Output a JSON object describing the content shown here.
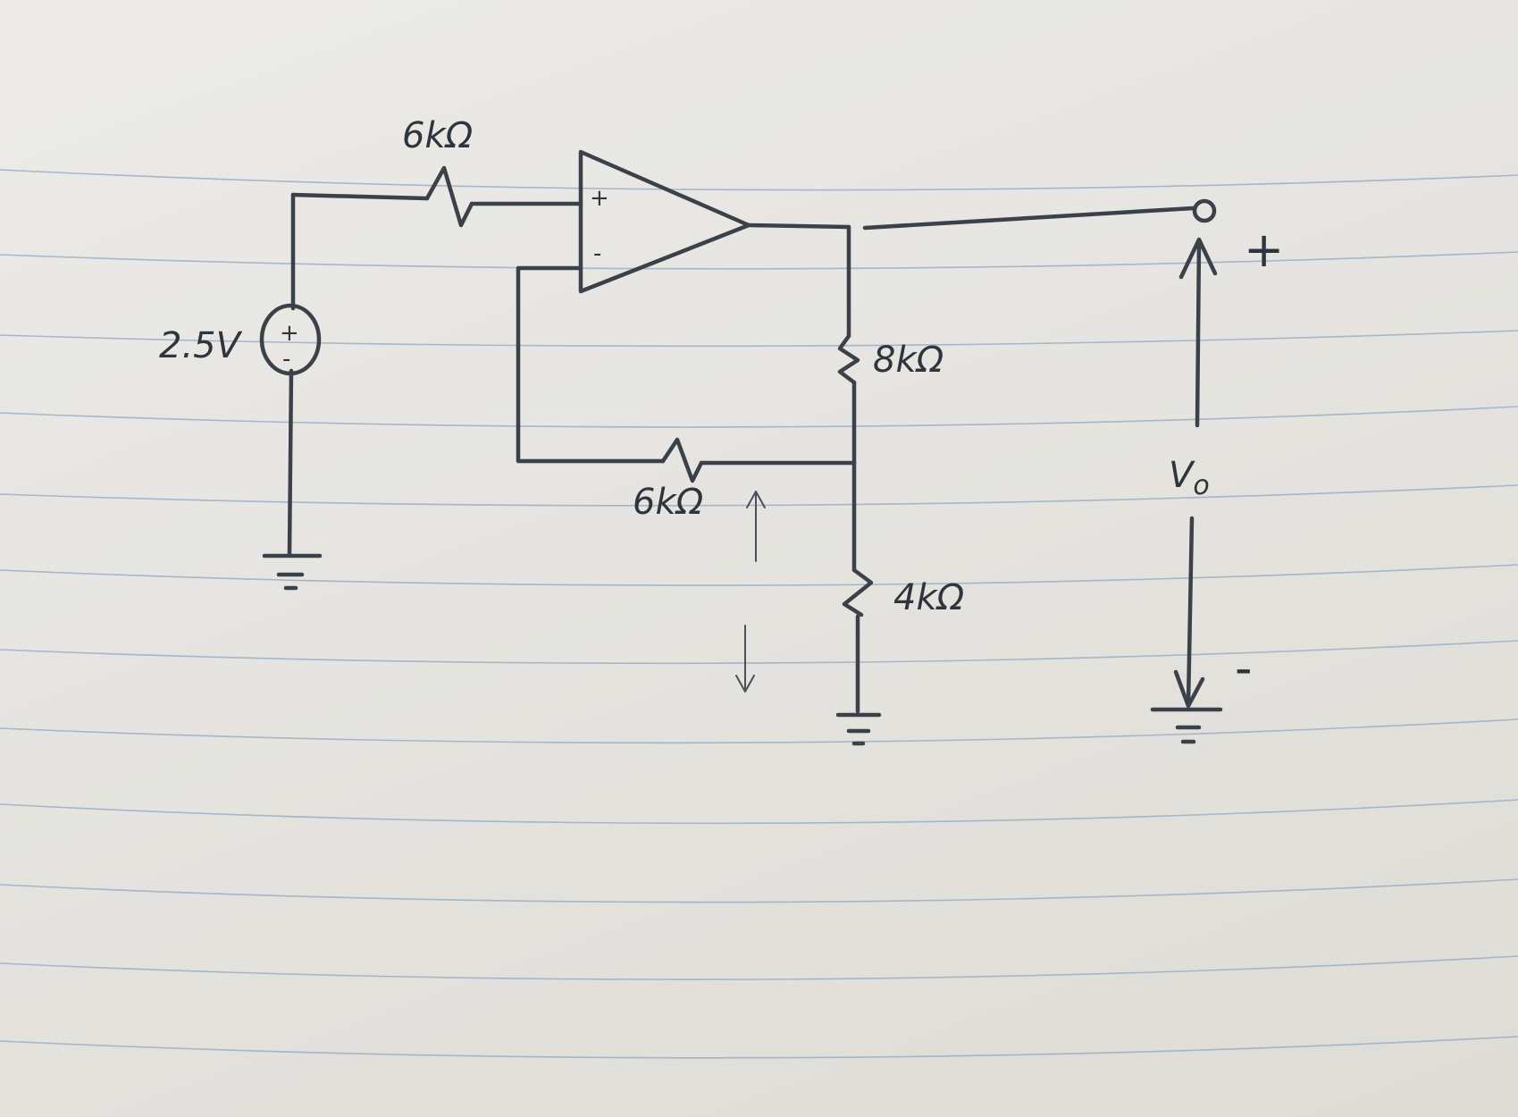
{
  "labels": {
    "source_voltage": "2.5V",
    "r_input": "6kΩ",
    "r_feedback": "6kΩ",
    "r_top": "8kΩ",
    "r_bottom": "4kΩ",
    "output_voltage": "V",
    "output_subscript": "o",
    "opamp_plus": "+",
    "opamp_minus": "-",
    "source_plus": "+",
    "source_minus": "-",
    "output_plus": "+",
    "output_minus": "-"
  }
}
